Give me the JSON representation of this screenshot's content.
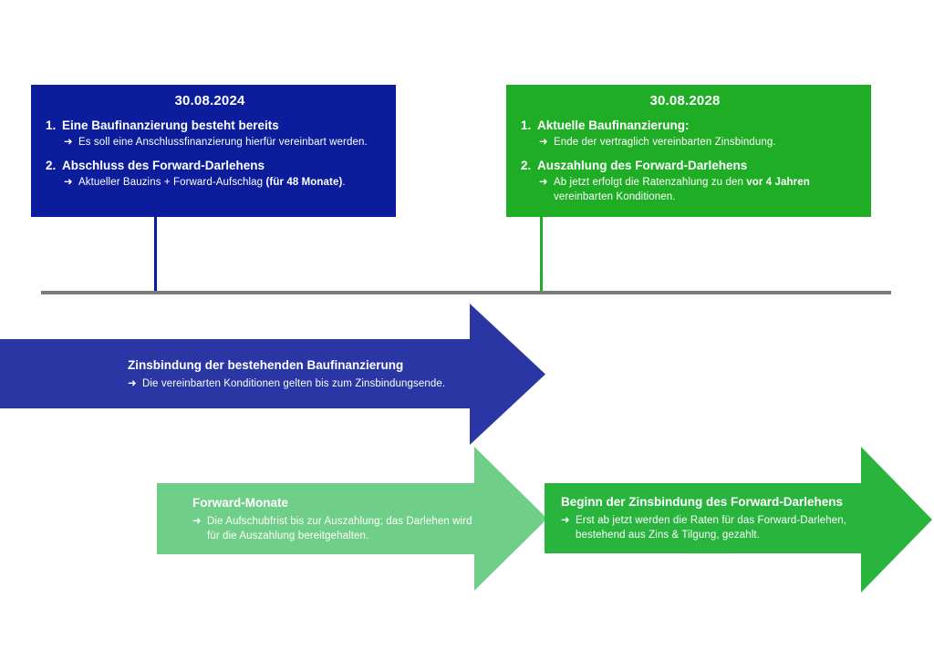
{
  "colors": {
    "blue_box": "#0c1d9b",
    "blue_arrow": "#2936a3",
    "green_box": "#1fad26",
    "green_arrow": "#29b43e",
    "light_green": "#6fce87",
    "line_gray": "#7a7a7a",
    "text_white": "#ffffff"
  },
  "icons": {
    "arrow": "➜"
  },
  "boxes": {
    "left": {
      "date": "30.08.2024",
      "items": [
        {
          "num": "1.",
          "heading": "Eine Baufinanzierung besteht bereits",
          "sub": {
            "pre": "Es soll eine Anschlussfinanzierung hierfür vereinbart werden.",
            "bold": "",
            "post": ""
          }
        },
        {
          "num": "2.",
          "heading": "Abschluss des Forward-Darlehens",
          "sub": {
            "pre": "Aktueller Bauzins + Forward-Aufschlag ",
            "bold": "(für 48 Monate)",
            "post": "."
          }
        }
      ]
    },
    "right": {
      "date": "30.08.2028",
      "items": [
        {
          "num": "1.",
          "heading": "Aktuelle Baufinanzierung:",
          "sub": {
            "pre": "Ende der vertraglich vereinbarten Zinsbindung.",
            "bold": "",
            "post": ""
          }
        },
        {
          "num": "2.",
          "heading": "Auszahlung des Forward-Darlehens",
          "sub": {
            "pre": "Ab jetzt erfolgt die Ratenzahlung zu den ",
            "bold": "vor 4 Jahren",
            "post": " vereinbarten Konditionen."
          }
        }
      ]
    }
  },
  "banners": {
    "blue": {
      "title": "Zinsbindung der bestehenden Baufinanzierung",
      "sub": "Die vereinbarten Konditionen gelten bis zum Zinsbindungsende."
    },
    "light_green": {
      "title": "Forward-Monate",
      "sub": "Die Aufschubfrist bis zur Auszahlung; das Darlehen wird für die Auszahlung bereitgehalten."
    },
    "green": {
      "title": "Beginn der Zinsbindung des Forward-Darlehens",
      "sub": "Erst ab jetzt werden die Raten für das Forward-Darlehen, bestehend aus Zins &amp; Tilgung, gezahlt."
    }
  }
}
